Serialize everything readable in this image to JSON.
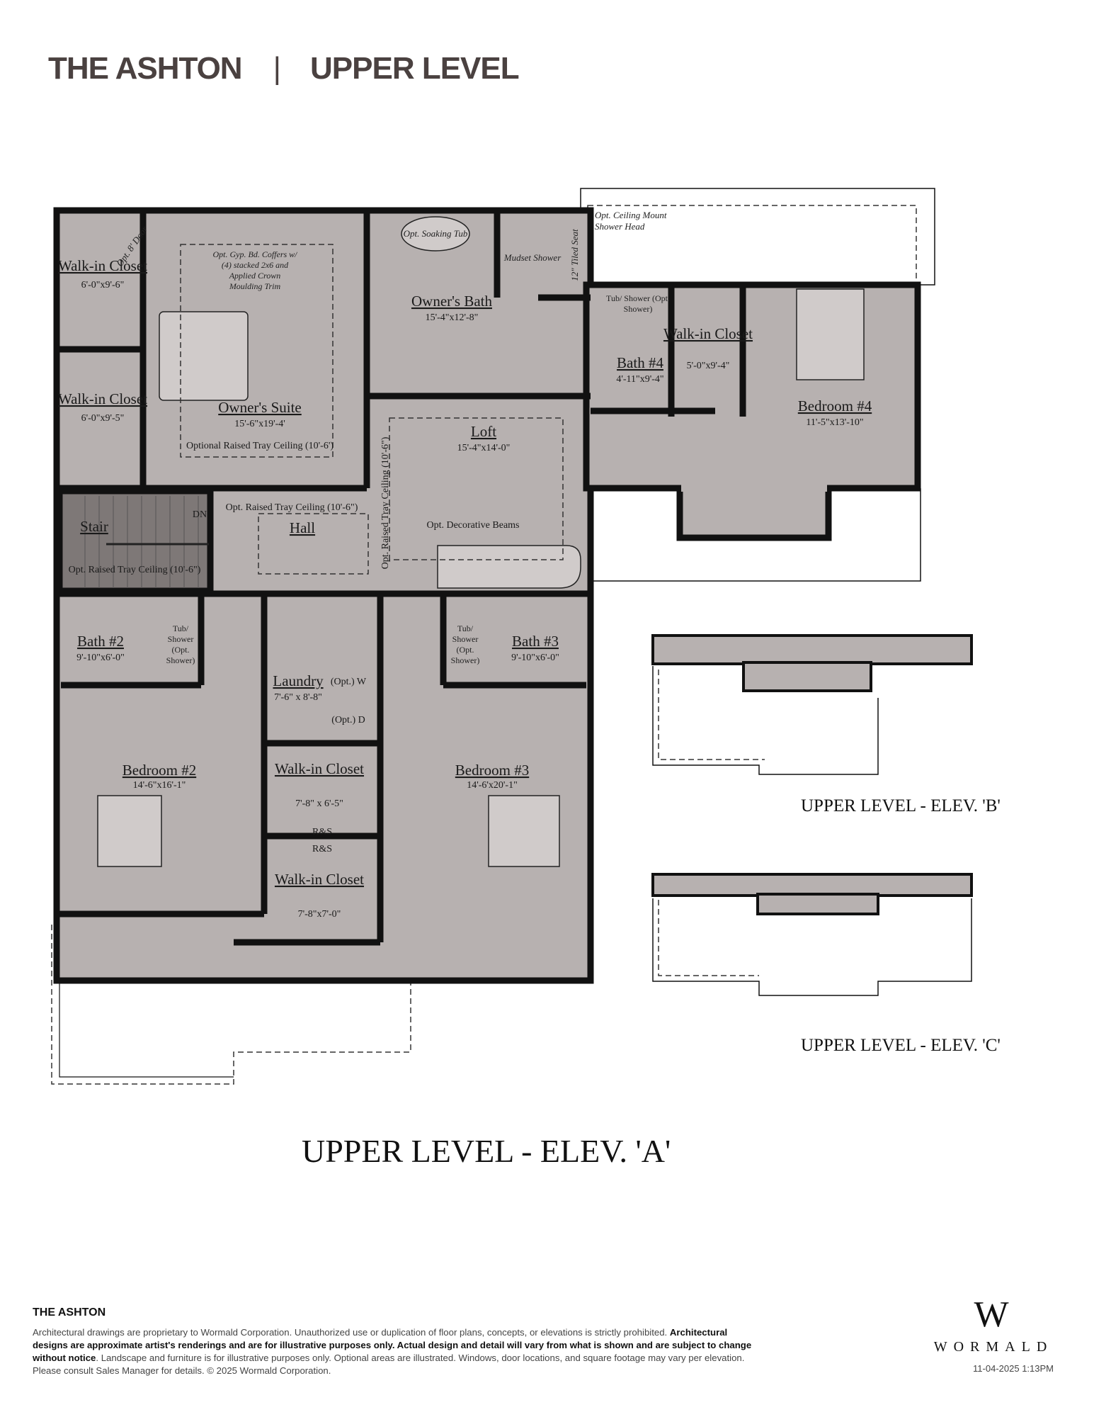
{
  "header": {
    "plan_name": "THE ASHTON",
    "separator": "|",
    "level": "UPPER LEVEL"
  },
  "colors": {
    "room_fill": "#b7b1b0",
    "wall": "#111111",
    "stair_fill": "#7e7877",
    "header_text": "#4a4140"
  },
  "rooms": {
    "walkin1": {
      "name": "Walk-in Closet",
      "dim": "6'-0\"x9'-6\""
    },
    "walkin2": {
      "name": "Walk-in Closet",
      "dim": "6'-0\"x9'-5\""
    },
    "owners_suite": {
      "name": "Owner's Suite",
      "dim": "15'-6\"x19'-4'",
      "note": "Optional Raised Tray Ceiling (10'-6')",
      "coffers": "Opt. Gyp. Bd. Coffers w/ (4) stacked 2x6 and Applied Crown Moulding Trim"
    },
    "owners_bath": {
      "name": "Owner's Bath",
      "dim": "15'-4\"x12'-8\"",
      "tub": "Opt. Soaking Tub",
      "shower": "Mudset Shower",
      "seat": "12\" Tiled Seat",
      "showerhead": "Opt. Ceiling Mount Shower Head"
    },
    "loft": {
      "name": "Loft",
      "dim": "15'-4\"x14'-0\"",
      "beams": "Opt. Decorative Beams",
      "ceiling": "Opt. Raised Tray Ceiling (10'-6\")"
    },
    "stair": {
      "name": "Stair",
      "dn": "DN",
      "note": "Opt. Raised Tray Ceiling (10'-6\")"
    },
    "hall": {
      "name": "Hall",
      "note": "Opt. Raised Tray Ceiling (10'-6\")"
    },
    "bath2": {
      "name": "Bath #2",
      "dim": "9'-10\"x6'-0\"",
      "tub": "Tub/ Shower (Opt. Shower)"
    },
    "laundry": {
      "name": "Laundry",
      "dim": "7'-6\" x 8'-8\"",
      "washer": "(Opt.) W",
      "dryer": "(Opt.) D"
    },
    "bath3": {
      "name": "Bath #3",
      "dim": "9'-10\"x6'-0\"",
      "tub": "Tub/ Shower (Opt. Shower)"
    },
    "bedroom2": {
      "name": "Bedroom #2",
      "dim": "14'-6\"x16'-1\""
    },
    "walkin3": {
      "name": "Walk-in Closet",
      "dim": "7'-8\" x 6'-5\"",
      "rs": "R&S"
    },
    "walkin4": {
      "name": "Walk-in Closet",
      "dim": "7'-8\"x7'-0\"",
      "rs": "R&S"
    },
    "bedroom3": {
      "name": "Bedroom #3",
      "dim": "14'-6'x20'-1\""
    },
    "bath4": {
      "name": "Bath #4",
      "dim": "4'-11\"x9'-4\"",
      "tub": "Tub/ Shower (Opt. Shower)"
    },
    "walkin5": {
      "name": "Walk-in Closet",
      "dim": "5'-0\"x9'-4\""
    },
    "bedroom4": {
      "name": "Bedroom #4",
      "dim": "11'-5\"x13'-10\""
    }
  },
  "door_note": "Opt. 8' Door",
  "elevations": {
    "a": "UPPER LEVEL - ELEV. 'A'",
    "b": "UPPER LEVEL - ELEV. 'B'",
    "c": "UPPER LEVEL - ELEV. 'C'"
  },
  "footer": {
    "title": "THE ASHTON",
    "text1": "Architectural drawings are proprietary to Wormald Corporation. Unauthorized use or duplication of floor plans, concepts, or elevations is strictly prohibited. ",
    "bold": "Architectural designs are approximate artist's renderings and are for illustrative purposes only. Actual design and detail will vary from what is shown and are subject to change without notice",
    "text2": ". Landscape and furniture is for illustrative purposes only. Optional areas are illustrated. Windows, door locations, and square footage may vary per elevation. Please consult Sales Manager for details. © 2025 Wormald Corporation.",
    "logo_mark": "W",
    "logo_name": "WORMALD",
    "date": "11-04-2025 1:13PM"
  }
}
